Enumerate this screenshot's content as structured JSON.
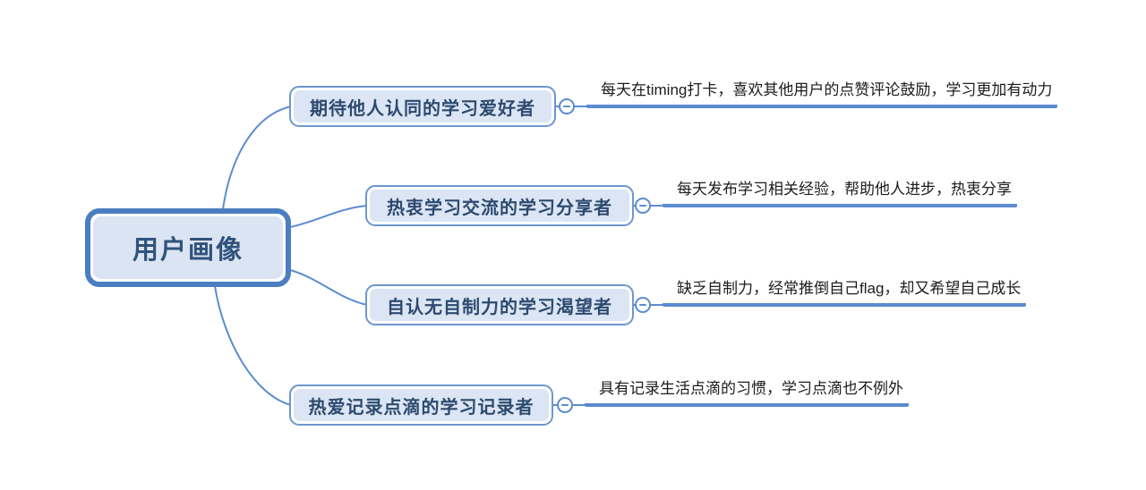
{
  "diagram": {
    "type": "mindmap",
    "root": {
      "label": "用户画像"
    },
    "branches": [
      {
        "label": "期待他人认同的学习爱好者",
        "detail": "每天在timing打卡，喜欢其他用户的点赞评论鼓励，学习更加有动力",
        "collapse_icon": "minus"
      },
      {
        "label": "热衷学习交流的学习分享者",
        "detail": "每天发布学习相关经验，帮助他人进步，热衷分享",
        "collapse_icon": "minus"
      },
      {
        "label": "自认无自制力的学习渴望者",
        "detail": "缺乏自制力，经常推倒自己flag，却又希望自己成长",
        "collapse_icon": "minus"
      },
      {
        "label": "热爱记录点滴的学习记录者",
        "detail": "具有记录生活点滴的习惯，学习点滴也不例外",
        "collapse_icon": "minus"
      }
    ],
    "colors": {
      "root_border": "#4a7ec0",
      "node_border": "#6d97cf",
      "node_fill": "#dbe5f4",
      "root_fill": "#dbe4f2",
      "node_text": "#2d4a6e",
      "root_text": "#30537c",
      "connector": "#5b8bd0",
      "underline": "#5b8bd0",
      "detail_text": "#1c1c1c",
      "background": "#ffffff"
    }
  }
}
